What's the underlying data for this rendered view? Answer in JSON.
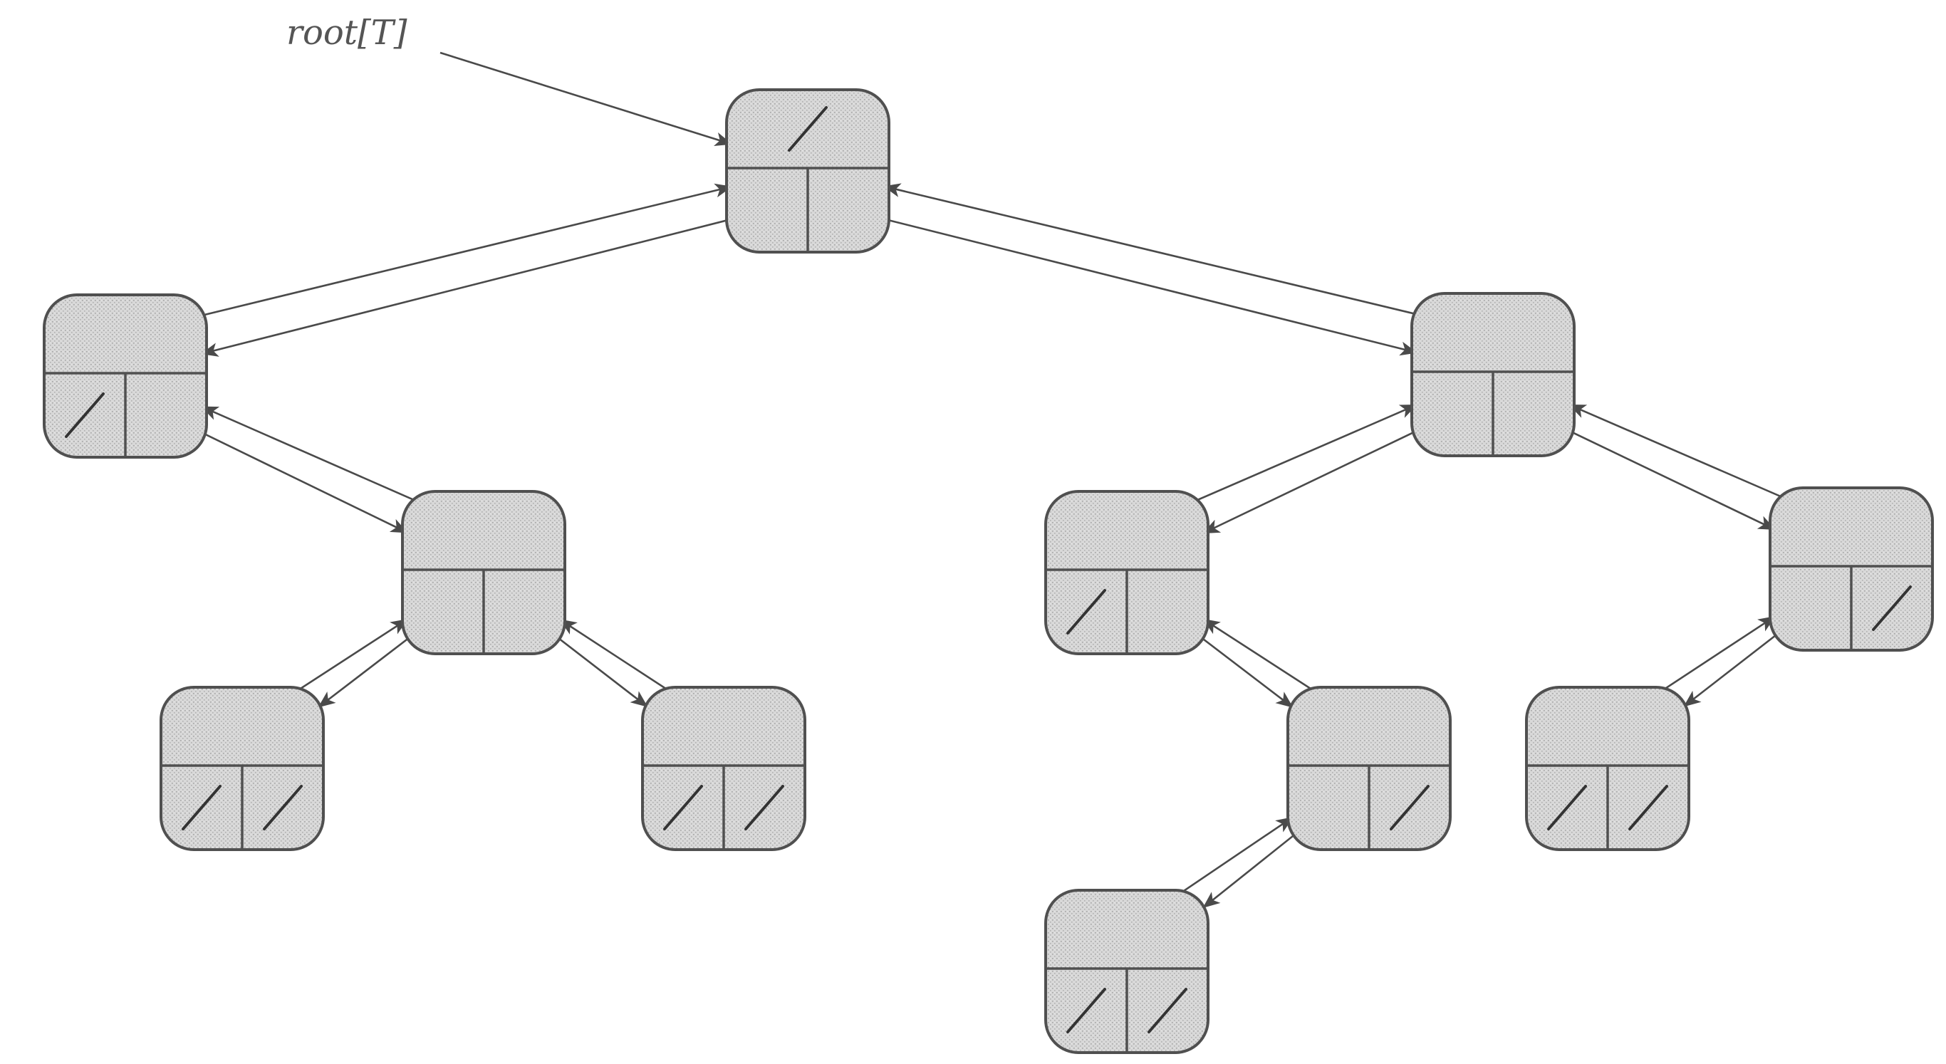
{
  "diagram": {
    "root_label": "root[T]",
    "colors": {
      "node_fill": "#d8d8d8",
      "stroke": "#505050",
      "edge": "#4a4a4a",
      "label": "#555555"
    },
    "nodes": [
      {
        "id": "n0",
        "parent": "none",
        "left": "n1",
        "right": "n2"
      },
      {
        "id": "n1",
        "parent": "n0",
        "left": "nil",
        "right": "n3"
      },
      {
        "id": "n2",
        "parent": "n0",
        "left": "n4",
        "right": "n5"
      },
      {
        "id": "n3",
        "parent": "n1",
        "left": "n6",
        "right": "n7"
      },
      {
        "id": "n4",
        "parent": "n2",
        "left": "nil",
        "right": "n8"
      },
      {
        "id": "n5",
        "parent": "n2",
        "left": "n9",
        "right": "nil"
      },
      {
        "id": "n6",
        "parent": "n3",
        "left": "nil",
        "right": "nil"
      },
      {
        "id": "n7",
        "parent": "n3",
        "left": "nil",
        "right": "nil"
      },
      {
        "id": "n8",
        "parent": "n4",
        "left": "n10",
        "right": "nil"
      },
      {
        "id": "n9",
        "parent": "n5",
        "left": "nil",
        "right": "nil"
      },
      {
        "id": "n10",
        "parent": "n8",
        "left": "nil",
        "right": "nil"
      }
    ]
  }
}
